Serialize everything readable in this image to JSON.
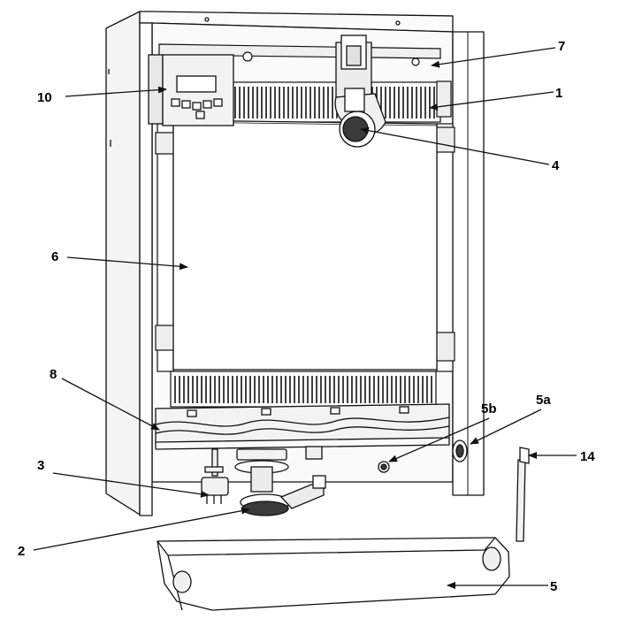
{
  "colors": {
    "line": "#111111",
    "fill_light": "#f4f4f4",
    "fill_white": "#ffffff",
    "fill_mid": "#d8d8d8",
    "fill_dark": "#3a3a3a"
  },
  "callouts": [
    {
      "id": "1",
      "label": "1"
    },
    {
      "id": "2",
      "label": "2"
    },
    {
      "id": "3",
      "label": "3"
    },
    {
      "id": "4",
      "label": "4"
    },
    {
      "id": "5",
      "label": "5"
    },
    {
      "id": "5a",
      "label": "5a"
    },
    {
      "id": "5b",
      "label": "5b"
    },
    {
      "id": "6",
      "label": "6"
    },
    {
      "id": "7",
      "label": "7"
    },
    {
      "id": "8",
      "label": "8"
    },
    {
      "id": "10",
      "label": "10"
    },
    {
      "id": "14",
      "label": "14"
    }
  ]
}
